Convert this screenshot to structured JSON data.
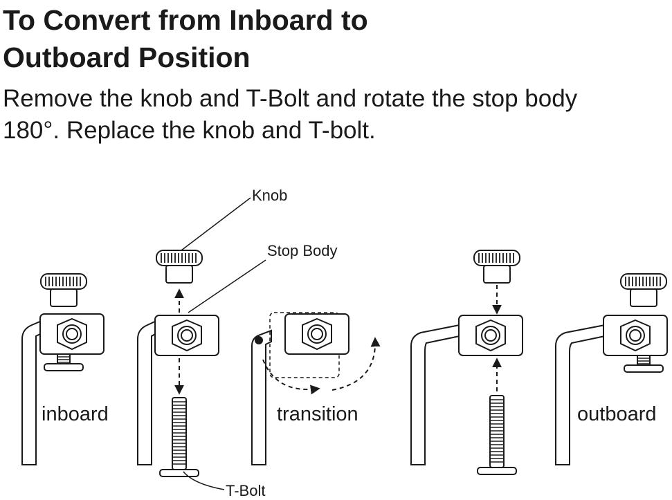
{
  "heading": {
    "line1": "To Convert from Inboard to",
    "line2": "Outboard Position"
  },
  "instructions": {
    "line1": "Remove the knob and T-Bolt and rotate the stop body",
    "line2": "180°. Replace the knob and T-bolt."
  },
  "callouts": {
    "knob": "Knob",
    "stop_body": "Stop Body",
    "t_bolt": "T-Bolt"
  },
  "steps": {
    "inboard": "inboard",
    "transition": "transition",
    "outboard": "outboard"
  },
  "colors": {
    "ink": "#1a1a1a",
    "background": "#ffffff"
  }
}
